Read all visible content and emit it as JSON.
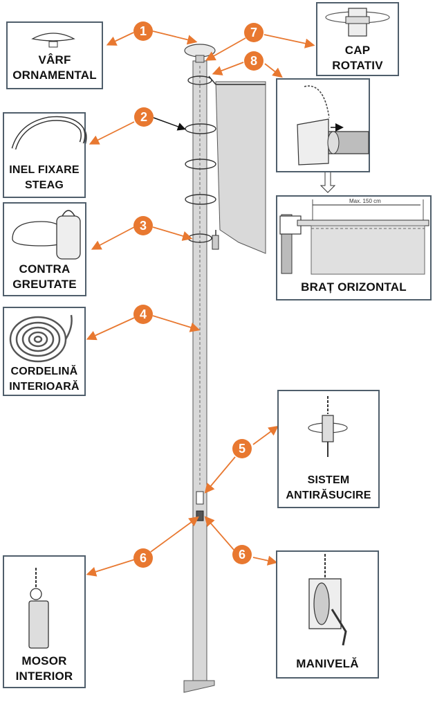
{
  "accent_color": "#e87830",
  "frame_color": "#4f5e6b",
  "components": [
    {
      "number": "1",
      "label_line1": "VÂRF",
      "label_line2": "ORNAMENTAL"
    },
    {
      "number": "2",
      "label_line1": "INEL FIXARE",
      "label_line2": "STEAG"
    },
    {
      "number": "3",
      "label_line1": "CONTRA",
      "label_line2": "GREUTATE"
    },
    {
      "number": "4",
      "label_line1": "CORDELINĂ",
      "label_line2": "INTERIOARĂ"
    },
    {
      "number": "5",
      "label_line1": "SISTEM",
      "label_line2": "ANTIRĂSUCIRE"
    },
    {
      "number": "6",
      "label_line1": "MOSOR",
      "label_line2": "INTERIOR"
    },
    {
      "number": "6",
      "label_line1": "MANIVELĂ",
      "label_line2": ""
    },
    {
      "number": "7",
      "label_line1": "CAP",
      "label_line2": "ROTATIV"
    },
    {
      "number": "8",
      "label_line1": "BRAȚ ORIZONTAL",
      "label_line2": ""
    }
  ],
  "horizontal_arm_dimension": "Max. 150 cm"
}
